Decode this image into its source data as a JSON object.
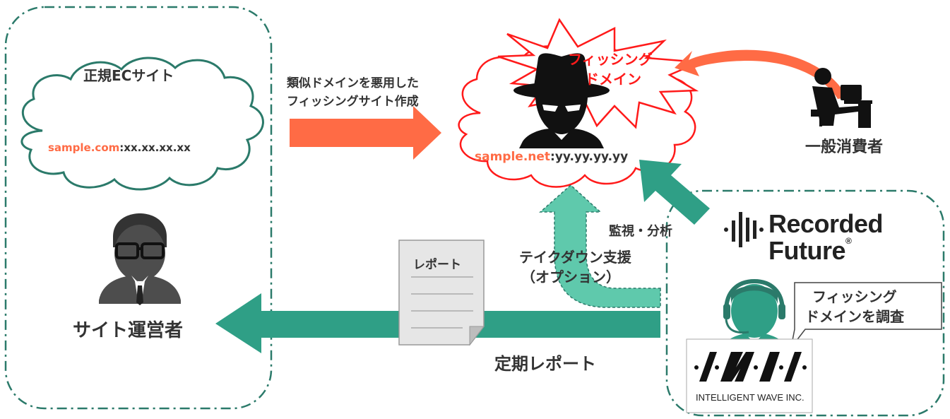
{
  "colors": {
    "green": "#2f9f86",
    "green_dark": "#2b7a6a",
    "green_light": "#5fc9ac",
    "orange": "#ff6b45",
    "red": "#ff1a1a",
    "text": "#333333"
  },
  "ec_site": {
    "title": "正規ECサイト",
    "domain": "sample.com",
    "ip": ":xx.xx.xx.xx"
  },
  "operator_label": "サイト運営者",
  "create_label": {
    "line1": "類似ドメインを悪用した",
    "line2": "フィッシングサイト作成"
  },
  "phishing": {
    "burst_line1": "フィッシング",
    "burst_line2": "ドメイン",
    "domain": "sample.net",
    "ip": ":yy.yy.yy.yy"
  },
  "consumer_label": "一般消費者",
  "monitor_label": "監視・分析",
  "takedown": {
    "line1": "テイクダウン支援",
    "line2": "（オプション）"
  },
  "report_doc_label": "レポート",
  "periodic_report_label": "定期レポート",
  "recorded_future": {
    "line1": "Recorded",
    "line2": "Future",
    "reg_mark": "®"
  },
  "callout": {
    "line1": "フィッシング",
    "line2": "ドメインを調査"
  },
  "iwi_company": "INTELLIGENT WAVE INC."
}
